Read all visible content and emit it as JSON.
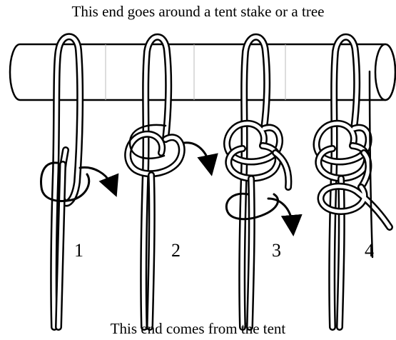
{
  "captions": {
    "top": "This end goes around a tent stake or a tree",
    "bottom": "This end comes from the tent"
  },
  "steps": [
    {
      "label": "1"
    },
    {
      "label": "2"
    },
    {
      "label": "3"
    },
    {
      "label": "4"
    }
  ],
  "colors": {
    "line": "#000000",
    "rope_fill": "#ffffff",
    "pole_fill": "#ffffff",
    "pole_seams": "#bbbbbb"
  }
}
